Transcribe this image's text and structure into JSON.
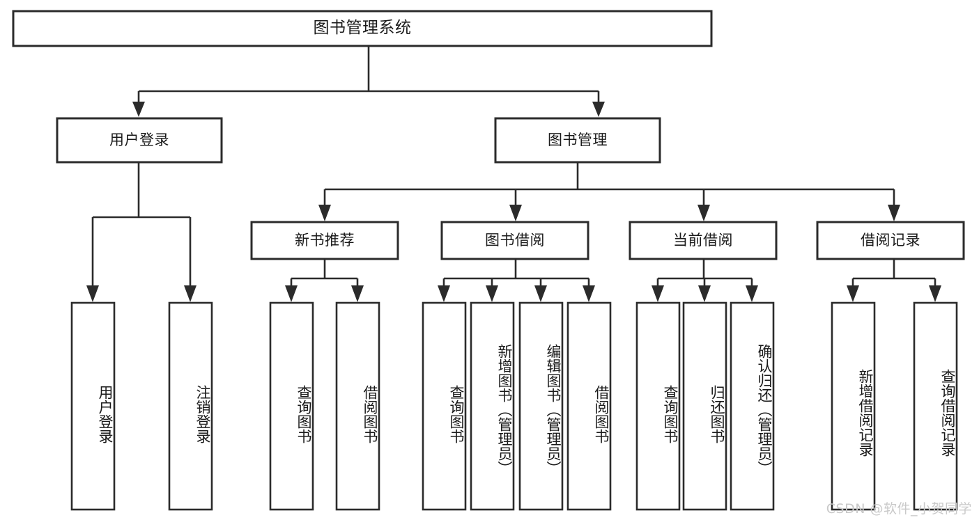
{
  "diagram": {
    "title": "图书管理系统",
    "watermark": "CSDN @软件_小贺同学",
    "type": "tree-hierarchy-diagram",
    "orientation": "top-down",
    "colors": {
      "background": "#ffffff",
      "box_fill": "#ffffff",
      "box_stroke": "#2b2b2b",
      "text": "#1a1a1a",
      "watermark": "#c9c9c9"
    },
    "root": {
      "label": "图书管理系统",
      "level": 0
    },
    "level2": [
      {
        "label": "用户登录"
      },
      {
        "label": "图书管理"
      }
    ],
    "level3": [
      {
        "label": "新书推荐"
      },
      {
        "label": "图书借阅"
      },
      {
        "label": "当前借阅"
      },
      {
        "label": "借阅记录"
      }
    ],
    "leaves": {
      "user_login": [
        {
          "label": "用户登录"
        },
        {
          "label": "注销登录"
        }
      ],
      "new_book_recommend": [
        {
          "label": "查询图书"
        },
        {
          "label": "借阅图书"
        }
      ],
      "book_borrow": [
        {
          "label": "查询图书"
        },
        {
          "label": "新增图书（管理员）"
        },
        {
          "label": "编辑图书（管理员）"
        },
        {
          "label": "借阅图书"
        }
      ],
      "current_borrow": [
        {
          "label": "查询图书"
        },
        {
          "label": "归还图书"
        },
        {
          "label": "确认归还（管理员）"
        }
      ],
      "borrow_record": [
        {
          "label": "新增借阅记录"
        },
        {
          "label": "查询借阅记录"
        }
      ]
    }
  }
}
